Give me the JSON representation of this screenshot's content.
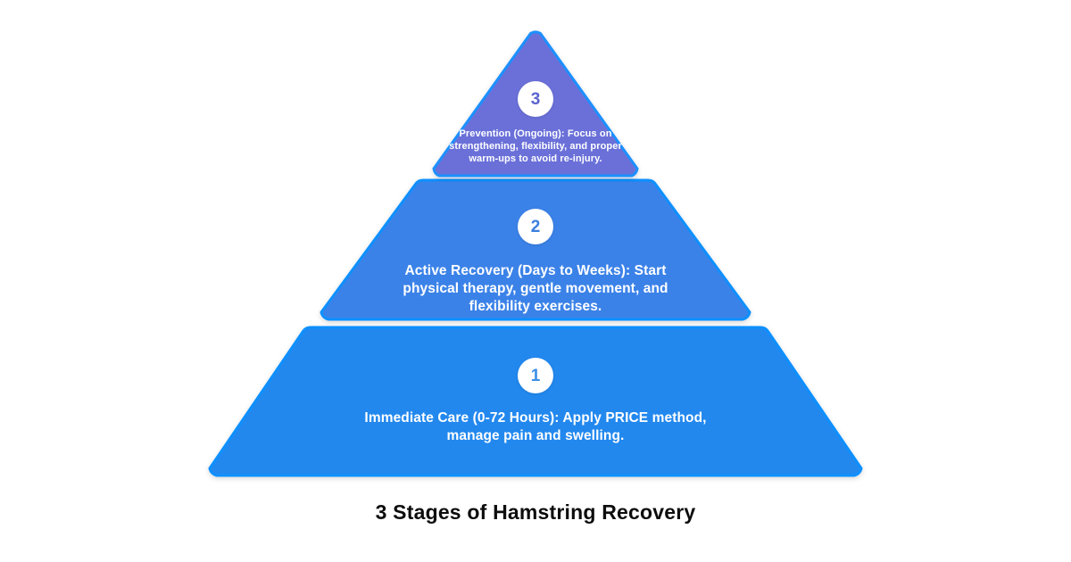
{
  "background_color": "#ffffff",
  "title": "3 Stages of Hamstring Recovery",
  "chart_data": {
    "type": "pie",
    "shape": "pyramid",
    "title": "3 Stages of Hamstring Recovery",
    "xlabel": "",
    "ylabel": "",
    "orientation": "apex-up",
    "level_count": 3,
    "categories": [
      "Immediate Care",
      "Active Recovery",
      "Prevention"
    ],
    "values": [
      1,
      2,
      3
    ],
    "series": [
      {
        "name": "Recovery Stages",
        "values": [
          1,
          2,
          3
        ]
      }
    ],
    "levels": [
      {
        "number": "3",
        "rank_from_top": 1,
        "heading": "Prevention (Ongoing)",
        "timeframe": "Ongoing",
        "text": "Prevention (Ongoing): Focus on strengthening, flexibility, and proper warm-ups to avoid re-injury.",
        "fill_color": "#6b6fd8",
        "stroke_color": "#1e90ff",
        "badge_text_color": "#5a63cf",
        "text_color": "#ffffff"
      },
      {
        "number": "2",
        "rank_from_top": 2,
        "heading": "Active Recovery (Days to Weeks)",
        "timeframe": "Days to Weeks",
        "text": "Active Recovery (Days to Weeks): Start physical therapy, gentle movement, and flexibility exercises.",
        "fill_color": "#3b82e8",
        "stroke_color": "#1190ff",
        "badge_text_color": "#3b7fe0",
        "text_color": "#ffffff"
      },
      {
        "number": "1",
        "rank_from_top": 3,
        "heading": "Immediate Care (0-72 Hours)",
        "timeframe": "0-72 Hours",
        "text": "Immediate Care (0-72 Hours): Apply PRICE method, manage pain and swelling.",
        "fill_color": "#2488ee",
        "stroke_color": "#1190ff",
        "badge_text_color": "#3b8fe8",
        "text_color": "#ffffff"
      }
    ],
    "legend_position": "none",
    "grid": false
  }
}
